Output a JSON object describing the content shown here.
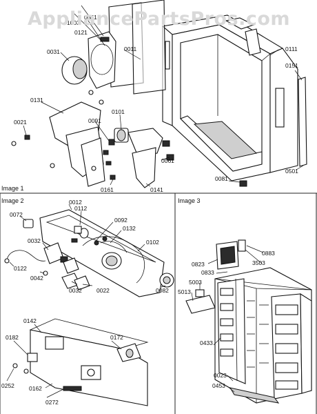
{
  "watermark": "AppliancePartsPros.com",
  "panels": {
    "image1": "Image 1",
    "image2": "Image 2",
    "image3": "Image 3"
  },
  "callouts": {
    "image1": [
      "0051",
      "1003",
      "0121",
      "0011",
      "0031",
      "0111",
      "0151",
      "0131",
      "0101",
      "0021",
      "0091",
      "0061",
      "0501",
      "0081",
      "0161",
      "0141"
    ],
    "image2": [
      "0012",
      "0112",
      "0072",
      "0092",
      "0132",
      "0032",
      "0102",
      "0122",
      "0042",
      "0032",
      "0022",
      "0082",
      "0142",
      "0172",
      "0182",
      "0252",
      "0162",
      "0272"
    ],
    "image3": [
      "0883",
      "0823",
      "3503",
      "0833",
      "5003",
      "5013",
      "0433",
      "0023",
      "0453"
    ]
  }
}
